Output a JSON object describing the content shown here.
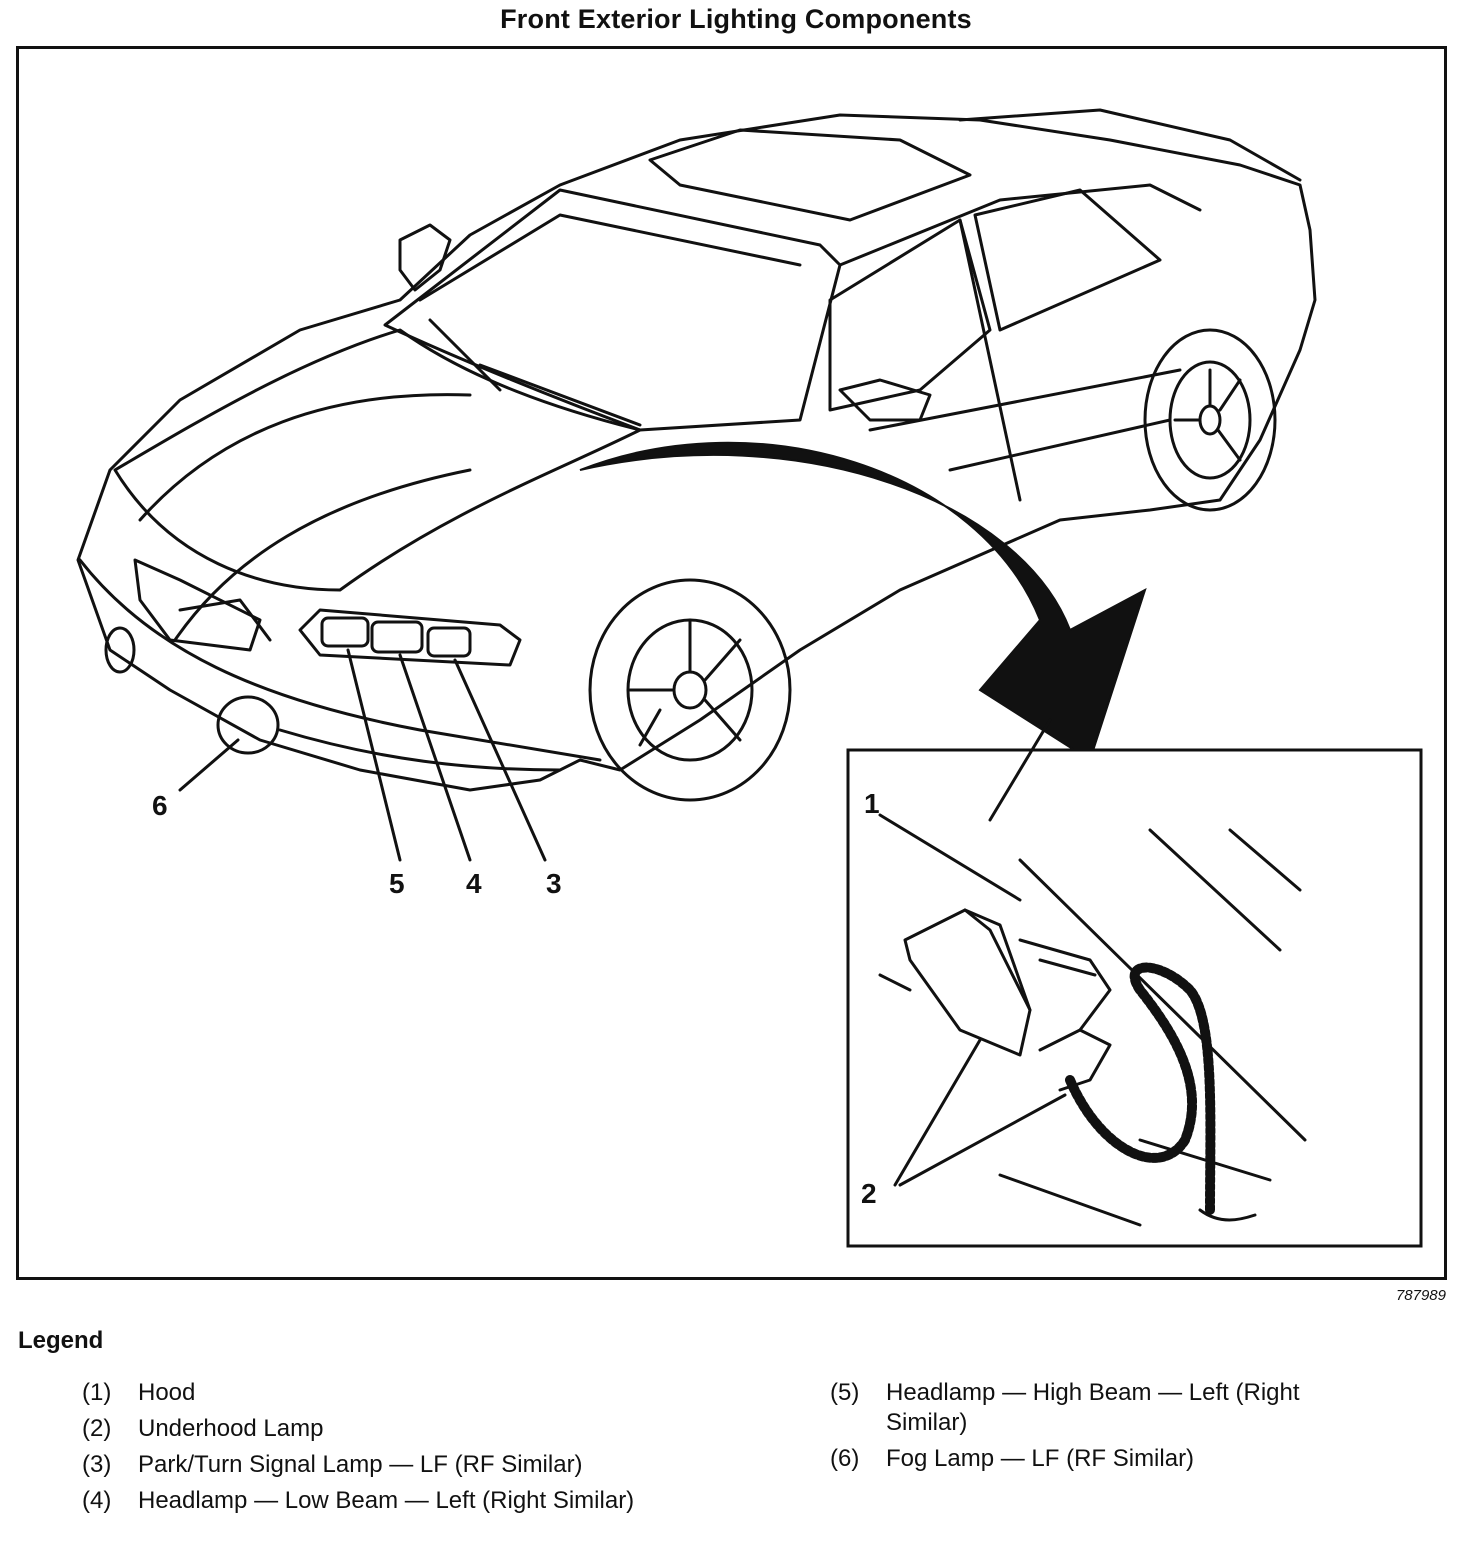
{
  "title": "Front Exterior Lighting Components",
  "figure_id": "787989",
  "callouts": {
    "c1": "1",
    "c2": "2",
    "c3": "3",
    "c4": "4",
    "c5": "5",
    "c6": "6"
  },
  "legend": {
    "title": "Legend",
    "left": [
      {
        "num": "(1)",
        "text": "Hood"
      },
      {
        "num": "(2)",
        "text": "Underhood Lamp"
      },
      {
        "num": "(3)",
        "text": "Park/Turn Signal Lamp — LF (RF Similar)"
      },
      {
        "num": "(4)",
        "text": "Headlamp — Low Beam — Left (Right Similar)"
      }
    ],
    "right": [
      {
        "num": "(5)",
        "text": "Headlamp — High Beam — Left (Right Similar)"
      },
      {
        "num": "(6)",
        "text": "Fog Lamp — LF (RF Similar)"
      }
    ]
  }
}
